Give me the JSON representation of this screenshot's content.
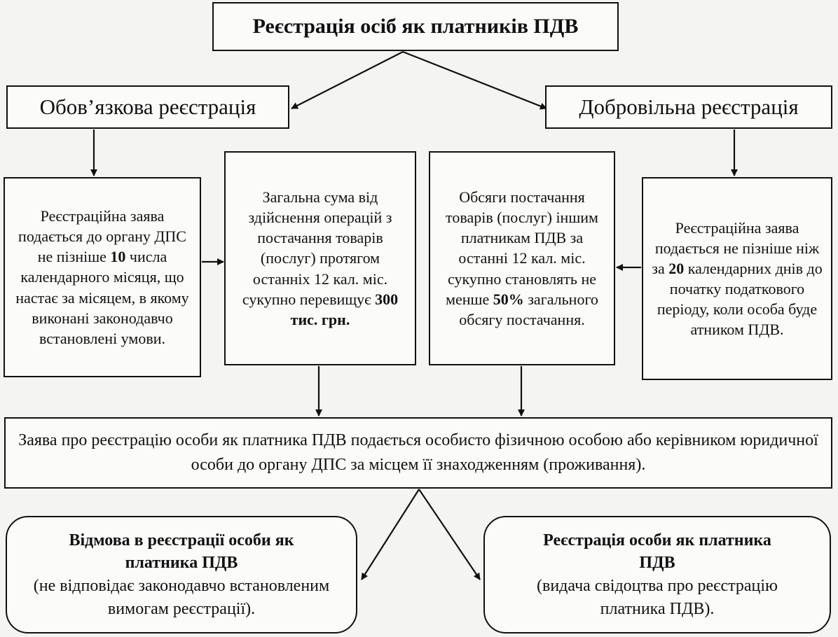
{
  "title": "Реєстрація осіб як платників ПДВ",
  "mandatory": "Обов’язкова реєстрація",
  "voluntary": "Добровільна реєстрація",
  "cond1": {
    "a": "Реєстраційна заява подається до органу ДПС не пізніше ",
    "b": "10",
    "c": " числа календарного місяця, що настає за місяцем, в якому виконані законодавчо встановлені умови."
  },
  "cond2": {
    "a": "Загальна сума від здійснення операцій з постачання товарів (послуг) протягом останніх 12 кал. міс. сукупно перевищує ",
    "b": "300 тис. грн."
  },
  "cond3": {
    "a": "Обсяги постачання товарів (послуг) іншим платникам ПДВ за останні 12 кал. міс. сукупно становлять не менше ",
    "b": "50%",
    "c": " загального обсягу постачання."
  },
  "cond4": {
    "a": "Реєстраційна заява подається не пізніше ніж за ",
    "b": "20",
    "c": " календарних днів до початку податкового періоду, коли особа буде атником ПДВ."
  },
  "application": "Заява про реєстрацію особи як платника ПДВ подається особисто фізичною особою або керівником юридичної особи до органу ДПС за місцем її знаходженням (проживання).",
  "refusal": {
    "title": "Відмова в реєстрації особи як платника ПДВ",
    "note": "(не відповідає законодавчо встановленим вимогам реєстрації)."
  },
  "registration": {
    "title": "Реєстрація особи як платника ПДВ",
    "note": "(видача свідоцтва про реєстрацію платника ПДВ)."
  }
}
